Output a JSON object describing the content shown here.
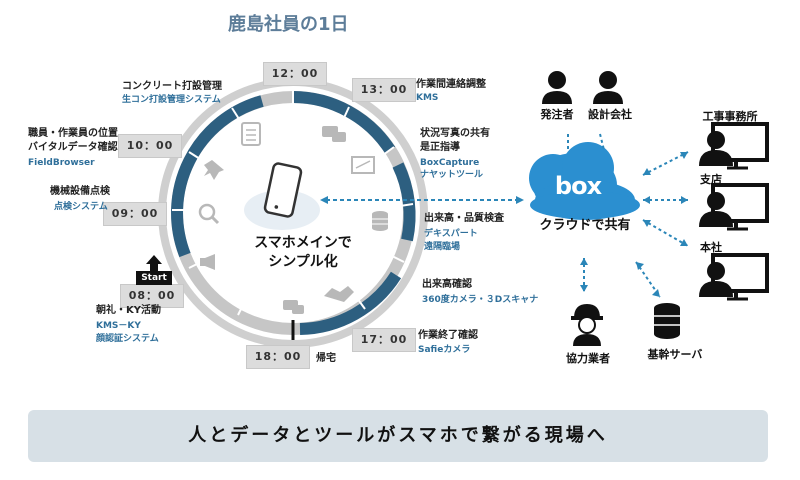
{
  "title": "鹿島社員の1日",
  "center": {
    "line1": "スマホメインで",
    "line2": "シンプル化"
  },
  "times": {
    "t1200": "12：00",
    "t1300": "13：00",
    "t1000": "10：00",
    "t0900": "09：00",
    "t0800": "08：00",
    "t1800": "18：00",
    "t1700": "17：00"
  },
  "tasks": {
    "concrete": {
      "title": "コンクリート打設管理",
      "sub": "生コン打設管理システム"
    },
    "staff": {
      "title1": "職員・作業員の位置",
      "title2": "バイタルデータ確認",
      "sub": "FieldBrowser"
    },
    "machine": {
      "title": "機械設備点検",
      "sub": "点検システム"
    },
    "chorei": {
      "title": "朝礼・KY活動",
      "sub1": "KMS－KY",
      "sub2": "顔認証システム"
    },
    "renraku": {
      "title": "作業間連絡調整",
      "sub": "KMS"
    },
    "photo": {
      "title1": "状況写真の共有",
      "title2": "是正指導",
      "sub1": "BoxCapture",
      "sub2": "ナヤットツール"
    },
    "inspection": {
      "title": "出来高・品質検査",
      "sub1": "デキスパート",
      "sub2": "遠隔臨場"
    },
    "dekidaka": {
      "title": "出来高確認",
      "sub": "360度カメラ・３Dスキャナ"
    },
    "end": {
      "title": "作業終了確認",
      "sub": "Safieカメラ"
    },
    "home": {
      "title": "帰宅"
    }
  },
  "start_label": "Start",
  "cloud": {
    "logo": "box",
    "label": "クラウドで共有"
  },
  "nodes": {
    "client": "発注者",
    "design": "設計会社",
    "site_office": "工事事務所",
    "branch": "支店",
    "hq": "本社",
    "partner": "協力業者",
    "server": "基幹サーバ"
  },
  "banner": "人とデータとツールがスマホで繋がる現場へ",
  "colors": {
    "accent": "#2d5f80",
    "ring": "#c9c9c9",
    "dashed": "#2b86b8",
    "box": "#2b8fd0"
  }
}
